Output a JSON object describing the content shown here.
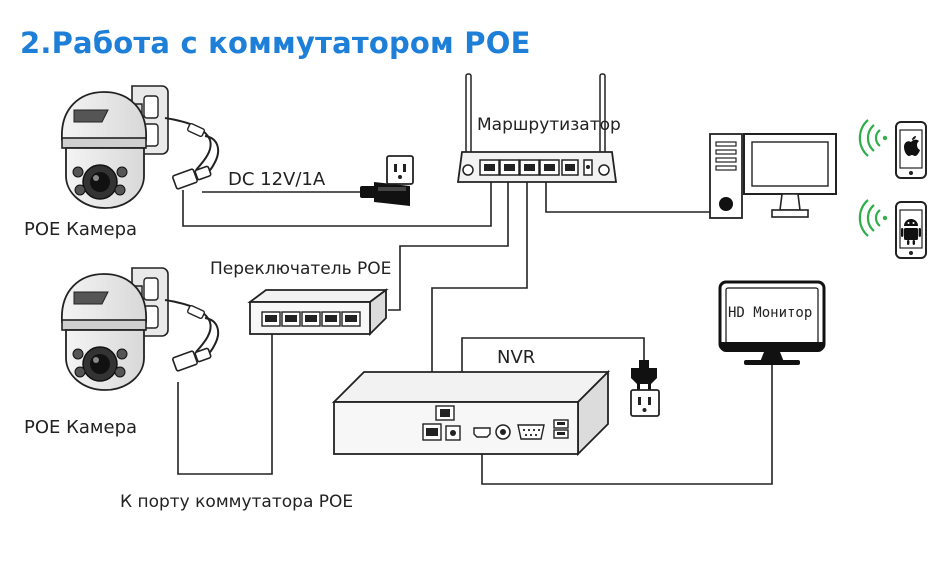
{
  "title": "2.Работа с коммутатором POE",
  "labels": {
    "router": "Маршрутизатор",
    "power": "DC 12V/1A",
    "camera1": "POE Камера",
    "camera2": "POE Камера",
    "switch": "Переключатель POE",
    "nvr": "NVR",
    "monitor": "HD Монитор",
    "switch_port": "К порту коммутатора POE"
  },
  "colors": {
    "title": "#1e7fd8",
    "line": "#222222",
    "wifi": "#2fae4a"
  },
  "icons": [
    "ptz-camera-icon",
    "power-outlet-icon",
    "power-adapter-icon",
    "router-icon",
    "desktop-computer-icon",
    "apple-phone-icon",
    "android-phone-icon",
    "poe-switch-icon",
    "nvr-icon",
    "power-plug-icon",
    "hd-monitor-icon",
    "wifi-icon"
  ]
}
